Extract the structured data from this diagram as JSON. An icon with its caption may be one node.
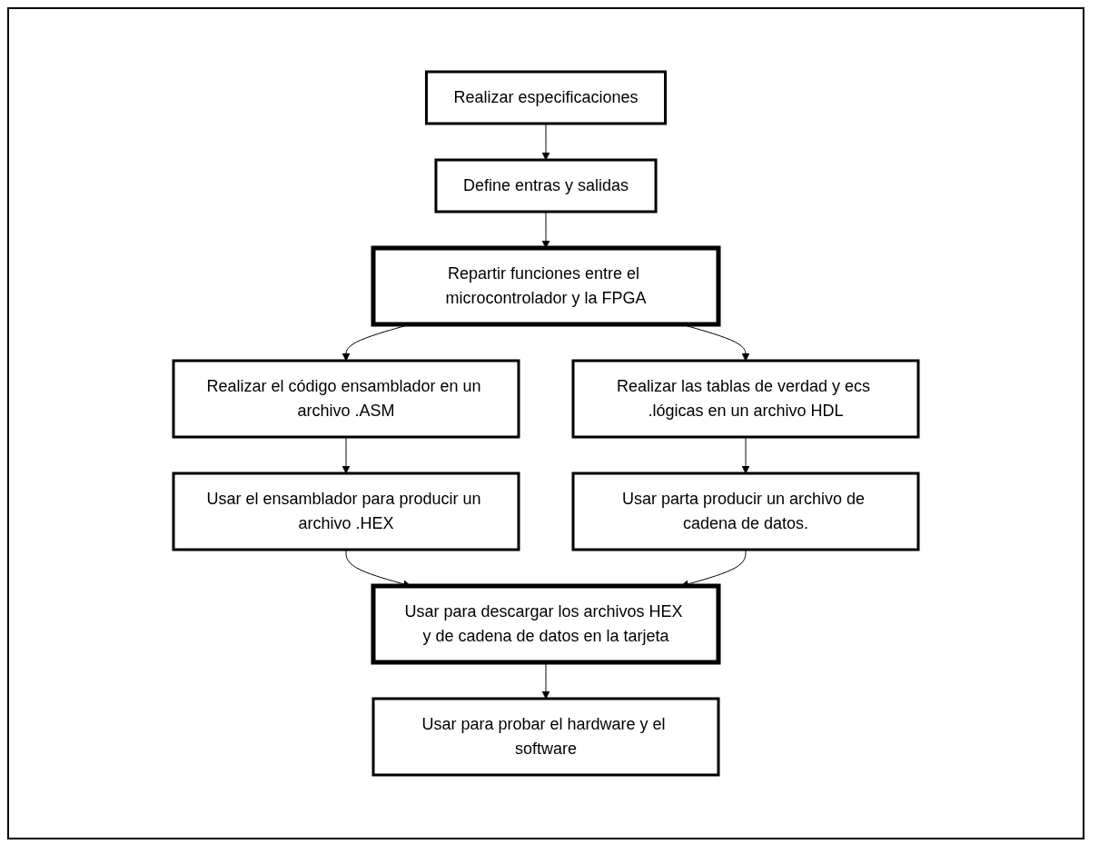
{
  "diagram": {
    "nodes": [
      {
        "text": [
          "Realizar especificaciones"
        ]
      },
      {
        "text": [
          "Define entras y salidas"
        ]
      },
      {
        "text": [
          "Repartir funciones entre el microcontrolador y la FPGA"
        ]
      },
      {
        "text": [
          "Realizar el código ensamblador en un archivo .ASM"
        ]
      },
      {
        "text": [
          "Realizar las tablas de verdad y ecs .lógicas en un archivo HDL"
        ]
      },
      {
        "text": [
          "Usar el ensamblador para producir un archivo .HEX"
        ]
      },
      {
        "text": [
          "Usar parta producir un archivo de cadena de datos."
        ]
      },
      {
        "text": [
          "Usar para descargar los archivos HEX y de cadena de datos en la tarjeta"
        ]
      },
      {
        "text": [
          "Usar para probar el hardware y el software"
        ]
      }
    ],
    "edges": [
      {
        "from": 0,
        "to": 1,
        "arrow": "to"
      },
      {
        "from": 1,
        "to": 2,
        "arrow": "to"
      },
      {
        "from": 2,
        "to": 3,
        "arrow": "to"
      },
      {
        "from": 2,
        "to": 4,
        "arrow": "to"
      },
      {
        "from": 3,
        "to": 5,
        "arrow": "to"
      },
      {
        "from": 4,
        "to": 6,
        "arrow": "to"
      },
      {
        "from": 5,
        "to": 7,
        "arrow": "to"
      },
      {
        "from": 6,
        "to": 7,
        "arrow": "to"
      },
      {
        "from": 7,
        "to": 8,
        "arrow": "to"
      }
    ]
  }
}
